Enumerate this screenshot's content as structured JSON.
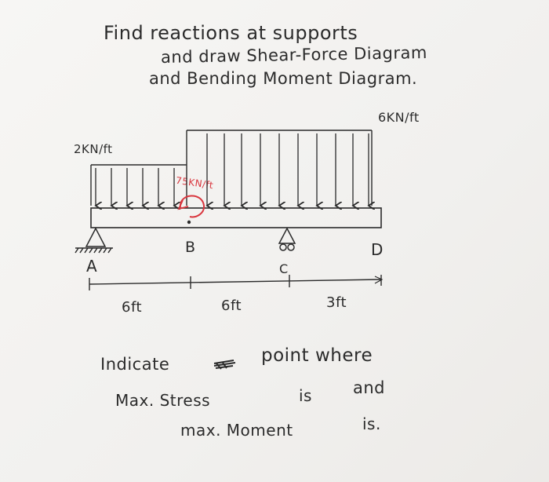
{
  "problem": {
    "line1": "Find reactions at supports",
    "line2": "and draw Shear-Force Diagram",
    "line3": "and Bending Moment Diagram."
  },
  "loads": {
    "left_udl_label": "2KN/ft",
    "right_udl_label": "6KN/ft",
    "couple_label": "75KN/ft"
  },
  "points": {
    "a": "A",
    "b": "B",
    "c": "C",
    "d": "D"
  },
  "spans": {
    "ab": "6ft",
    "bc": "6ft",
    "cd": "3ft"
  },
  "instruction": {
    "line1_a": "Indicate",
    "line1_b": "point where",
    "line2_a": "Max. Stress",
    "line2_b": "is",
    "line2_c": "and",
    "line3_a": "max. Moment",
    "line3_b": "is."
  },
  "colors": {
    "ink": "#2b2b2b",
    "red_ink": "#d9363e",
    "paper": "#f4f3f1"
  }
}
